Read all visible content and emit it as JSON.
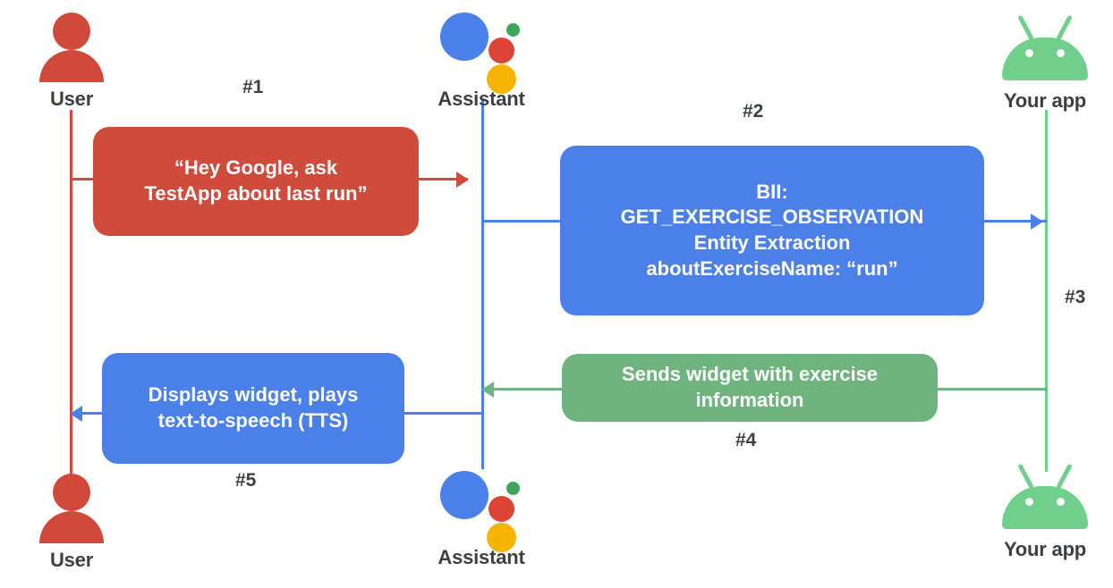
{
  "diagram": {
    "title": "Google Assistant App Actions sequence diagram",
    "colors": {
      "red": "#CF4B3C",
      "blue": "#4A80E8",
      "green": "#6FB47E",
      "android_green": "#6FCF8B",
      "text": "#3c4043",
      "background": "#ffffff"
    },
    "actors": [
      {
        "id": "user-top",
        "label": "User",
        "icon": "user-icon"
      },
      {
        "id": "assistant-top",
        "label": "Assistant",
        "icon": "assistant-icon"
      },
      {
        "id": "app-top",
        "label": "Your app",
        "icon": "android-icon"
      },
      {
        "id": "user-bottom",
        "label": "User",
        "icon": "user-icon"
      },
      {
        "id": "assistant-bottom",
        "label": "Assistant",
        "icon": "assistant-icon"
      },
      {
        "id": "app-bottom",
        "label": "Your app",
        "icon": "android-icon"
      }
    ],
    "steps": [
      {
        "id": "1",
        "label": "#1"
      },
      {
        "id": "2",
        "label": "#2"
      },
      {
        "id": "3",
        "label": "#3"
      },
      {
        "id": "4",
        "label": "#4"
      },
      {
        "id": "5",
        "label": "#5"
      }
    ],
    "messages": [
      {
        "id": "utterance",
        "step": "#1",
        "color": "red",
        "lines": [
          "“Hey Google, ask",
          "TestApp about last run”"
        ],
        "from": "User",
        "to": "Assistant"
      },
      {
        "id": "bii",
        "step": "#2",
        "color": "blue",
        "lines": [
          "BII:",
          "GET_EXERCISE_OBSERVATION",
          "Entity Extraction",
          "aboutExerciseName: “run”"
        ],
        "from": "Assistant",
        "to": "Your app"
      },
      {
        "id": "widget-response",
        "step": "#4",
        "color": "green",
        "lines": [
          "Sends widget with exercise",
          "information"
        ],
        "from": "Your app",
        "to": "Assistant"
      },
      {
        "id": "display-widget",
        "step": "#5",
        "color": "blue",
        "lines": [
          "Displays widget, plays",
          "text-to-speech (TTS)"
        ],
        "from": "Assistant",
        "to": "User"
      }
    ]
  }
}
